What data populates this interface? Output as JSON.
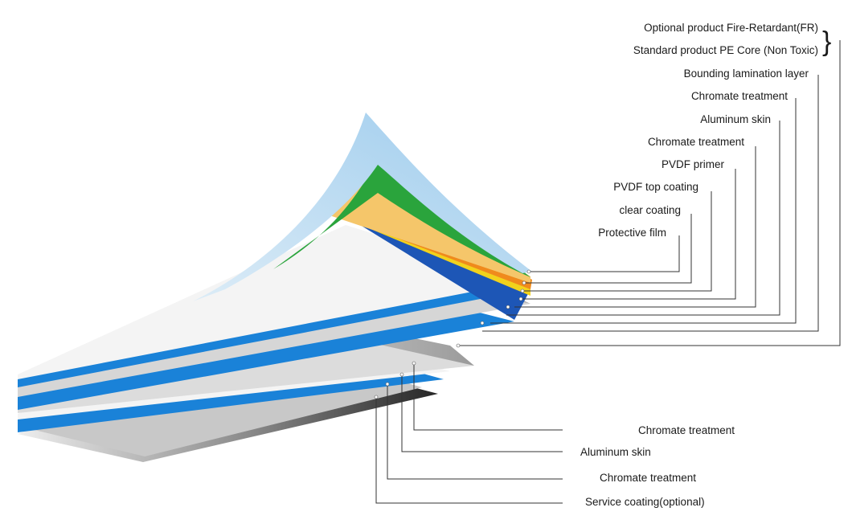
{
  "core_options": {
    "fire_retardant": "Optional product Fire-Retardant(FR)",
    "pe_core": "Standard product PE Core (Non Toxic)"
  },
  "upper_layers": [
    "Bounding lamination layer",
    "Chromate treatment",
    "Aluminum skin",
    "Chromate treatment",
    "PVDF primer",
    "PVDF top coating",
    "clear coating",
    "Protective film"
  ],
  "lower_layers": [
    "Chromate treatment",
    "Aluminum skin",
    "Chromate treatment",
    "Service coating(optional)"
  ],
  "colors": {
    "protective_film": "#a8d4ef",
    "green": "#2aa43c",
    "orange": "#f08a1c",
    "yellow": "#f2d21c",
    "blue": "#1d56b6",
    "bright_blue": "#1a82d8",
    "silver": "#d8d8d8",
    "core_dark": "#3c3c3c"
  }
}
